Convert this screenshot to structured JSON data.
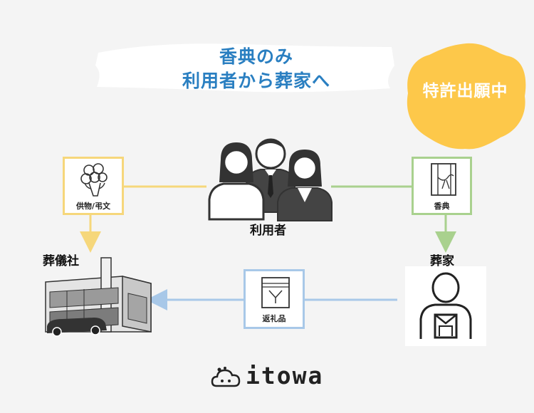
{
  "title": {
    "line1": "香典のみ",
    "line2": "利用者から葬家へ"
  },
  "badge": {
    "text": "特許出願中"
  },
  "nodes": {
    "users": "利用者",
    "funeral_company": "葬儀社",
    "bereaved_family": "葬家"
  },
  "boxes": {
    "offerings": "供物/弔文",
    "koden": "香典",
    "return_gift": "返礼品"
  },
  "logo": {
    "text": "itowa"
  },
  "colors": {
    "title": "#2a7fc1",
    "badge": "#fdc84a",
    "offerings_line": "#f6d77b",
    "koden_line": "#a9d18e",
    "return_line": "#a8c8e8"
  }
}
